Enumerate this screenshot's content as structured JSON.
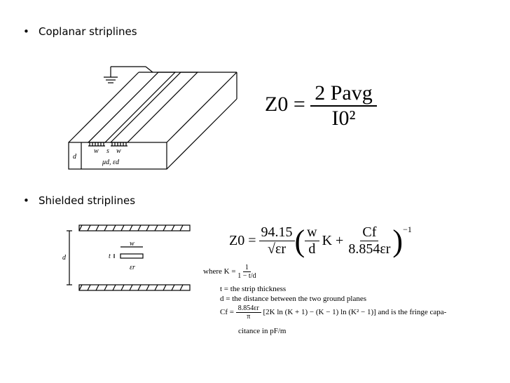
{
  "bullets": {
    "coplanar": "Coplanar striplines",
    "shielded": "Shielded striplines"
  },
  "coplanar_figure": {
    "labels": [
      "w",
      "s",
      "w",
      "d",
      "μd, εd"
    ]
  },
  "shielded_figure": {
    "labels": [
      "w",
      "t",
      "d",
      "εr"
    ]
  },
  "eq_coplanar": {
    "lhs": "Z0 =",
    "numerator": "2 Pavg",
    "denominator": "I0²"
  },
  "eq_shielded": {
    "lhs": "Z0 =",
    "term1_num": "94.15",
    "term1_den": "√εr",
    "frac_w_num": "w",
    "frac_w_den": "d",
    "k_plus": "K +",
    "cf_num": "Cf",
    "cf_den": "8.854εr",
    "exponent": "−1"
  },
  "where": {
    "k_def_prefix": "where K =",
    "k_num": "1",
    "k_den": "1 − t/d",
    "t_def": "t = the strip thickness",
    "d_def": "d = the distance between the two ground planes",
    "cf_prefix": "Cf =",
    "cf_num": "8.854εr",
    "cf_den": "π",
    "cf_tail": "[2K ln (K + 1) − (K − 1) ln (K² − 1)] and is the fringe capa-",
    "cf_cont": "citance in pF/m"
  }
}
